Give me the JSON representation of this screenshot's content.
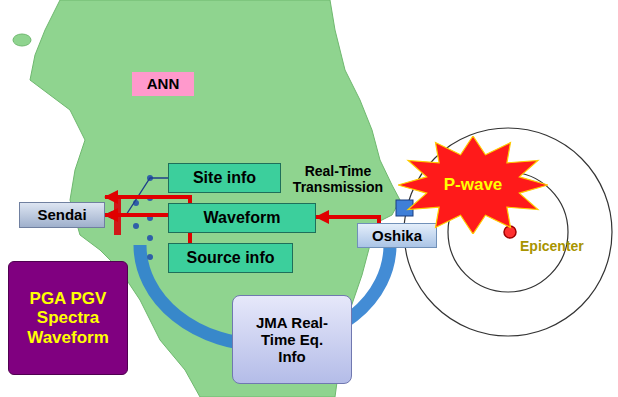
{
  "diagram": {
    "nodes": [
      {
        "text": [
          "ANN"
        ]
      },
      {
        "text": [
          "Site info"
        ]
      },
      {
        "text": [
          "Waveform"
        ]
      },
      {
        "text": [
          "Source info"
        ]
      },
      {
        "text": [
          "Sendai"
        ]
      },
      {
        "text": [
          "PGA PGV Spectra Waveform"
        ]
      },
      {
        "text": [
          "Oshika"
        ]
      },
      {
        "text": [
          "JMA Real-Time Eq. Info"
        ]
      },
      {
        "text": [
          "P-wave"
        ]
      }
    ],
    "edges": [
      {
        "from": 6,
        "to": 2,
        "arrow": "to",
        "label": "Real-Time Transmission"
      },
      {
        "from": 1,
        "to": 4,
        "arrow": "to"
      },
      {
        "from": 2,
        "to": 4,
        "arrow": "to"
      },
      {
        "from": 3,
        "to": 4,
        "arrow": "to"
      }
    ],
    "labels": [
      "Epicenter"
    ]
  }
}
